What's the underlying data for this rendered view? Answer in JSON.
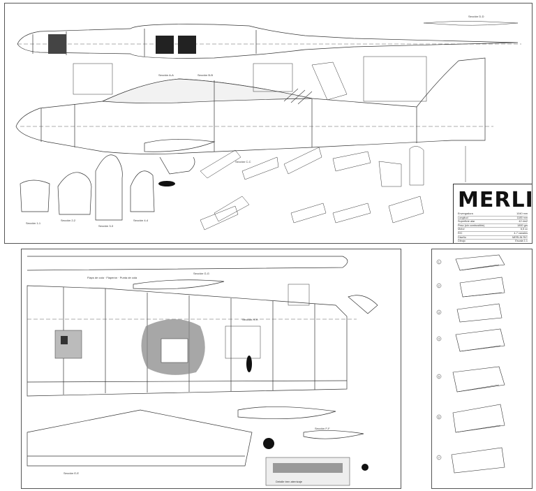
{
  "title": "MERLIN",
  "specs": [
    {
      "label": "Envergadura",
      "value": "1040 mm"
    },
    {
      "label": "Longitud",
      "value": "1185 mm"
    },
    {
      "label": "Superficie alar",
      "value": "42 dm2"
    },
    {
      "label": "Peso (sin combustible)",
      "value": "1800 grs"
    },
    {
      "label": "Motor",
      "value": "6,5 cc"
    },
    {
      "label": "R/C",
      "value": "4-7 canales"
    },
    {
      "label": "Diseño",
      "value": "MERLIN R/C"
    },
    {
      "label": "Dibujo",
      "value": "Escala 1:1"
    }
  ],
  "sections_fuselage": [
    {
      "label": "Sección 1-1"
    },
    {
      "label": "Sección 2-2"
    },
    {
      "label": "Sección 3-3"
    },
    {
      "label": "Sección 4-4"
    }
  ],
  "top_labels": {
    "section_a": "Sección A-A",
    "section_b": "Sección B-B",
    "tail_section": "Sección D-D",
    "cowl": "Sección C-C"
  },
  "wing_labels": {
    "flap": "Flaps de cola · Flaperón · Punta de cola",
    "gear_section": "Sección G-G",
    "aileron_section": "Sección H-H",
    "tip_section": "Sección E-E",
    "wheel_section": "Sección F-F",
    "detail_caption": "Detalle tren aterrizaje"
  },
  "steps": [
    "1",
    "2",
    "3",
    "4",
    "5",
    "6",
    "7"
  ],
  "colors": {
    "line": "#333333",
    "shade": "#8a8a8a",
    "dark": "#222222"
  }
}
